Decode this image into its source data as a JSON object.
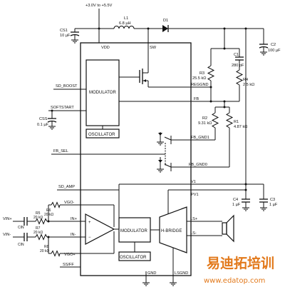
{
  "supply": {
    "range_label": "+3.0V to +5.5V"
  },
  "components": {
    "cs1": {
      "ref": "CS1",
      "value": "10 µF"
    },
    "l1": {
      "ref": "L1",
      "value": "6.8 µH"
    },
    "d1": {
      "ref": "D1"
    },
    "c2": {
      "ref": "C2",
      "value": "100 µF"
    },
    "c1": {
      "ref": "C1",
      "value": "280 pF"
    },
    "r3": {
      "ref": "R3",
      "value": "25.5 kΩ"
    },
    "r4": {
      "ref": "R4",
      "value": "2.5 kΩ"
    },
    "r2": {
      "ref": "R2",
      "value": "9.31 kΩ"
    },
    "r1": {
      "ref": "R1",
      "value": "4.87 kΩ"
    },
    "css": {
      "ref": "CSS",
      "value": "0.1 µF"
    },
    "c4": {
      "ref": "C4",
      "value": "1 µF"
    },
    "c3": {
      "ref": "C3",
      "value": "1 µF"
    },
    "r5": {
      "ref": "R5",
      "value": "20 kΩ"
    },
    "r6": {
      "ref": "R6",
      "value": "20 kΩ"
    },
    "r7": {
      "ref": "R7",
      "value": "20 kΩ"
    },
    "r8": {
      "ref": "R8",
      "value": "20 kΩ"
    },
    "cin1": {
      "ref": "CIN"
    },
    "cin2": {
      "ref": "CIN"
    }
  },
  "pins": {
    "vdd": "VDD",
    "sw": "SW",
    "sd_boost": "SD_BOOST",
    "softstart": "SOFTSTART",
    "reggnd": "REGGND",
    "fb": "FB",
    "fb_gnd1": "FB_GND1",
    "fb_sel": "FB_SEL",
    "fb_gnd0": "FB_GND0",
    "sd_amp": "SD_AMP",
    "v1": "V1",
    "pv1": "PV1",
    "vgo_minus": "VGO-",
    "in_plus": "IN+",
    "in_minus": "IN-",
    "vgo_plus": "VGO+",
    "ls_plus": "LS+",
    "ls_minus": "LS-",
    "ss_ff": "SS/FF",
    "gnd": "GND",
    "lsgnd": "LSGND"
  },
  "blocks": {
    "modulator_top": "MODULATOR",
    "oscillator_top": "OSCILLATOR",
    "modulator_bottom": "MODULATOR",
    "hbridge": "H-BRIDGE",
    "oscillator_bottom": "OSCILLATOR"
  },
  "opamp": {
    "plus": "+",
    "minus": "−"
  },
  "inputs": {
    "vin_plus": "VIN+",
    "vin_minus": "VIN-"
  },
  "watermark": {
    "text_cn": "易迪拓培训",
    "url": "www.edatop.com",
    "color": "#e2791b"
  }
}
